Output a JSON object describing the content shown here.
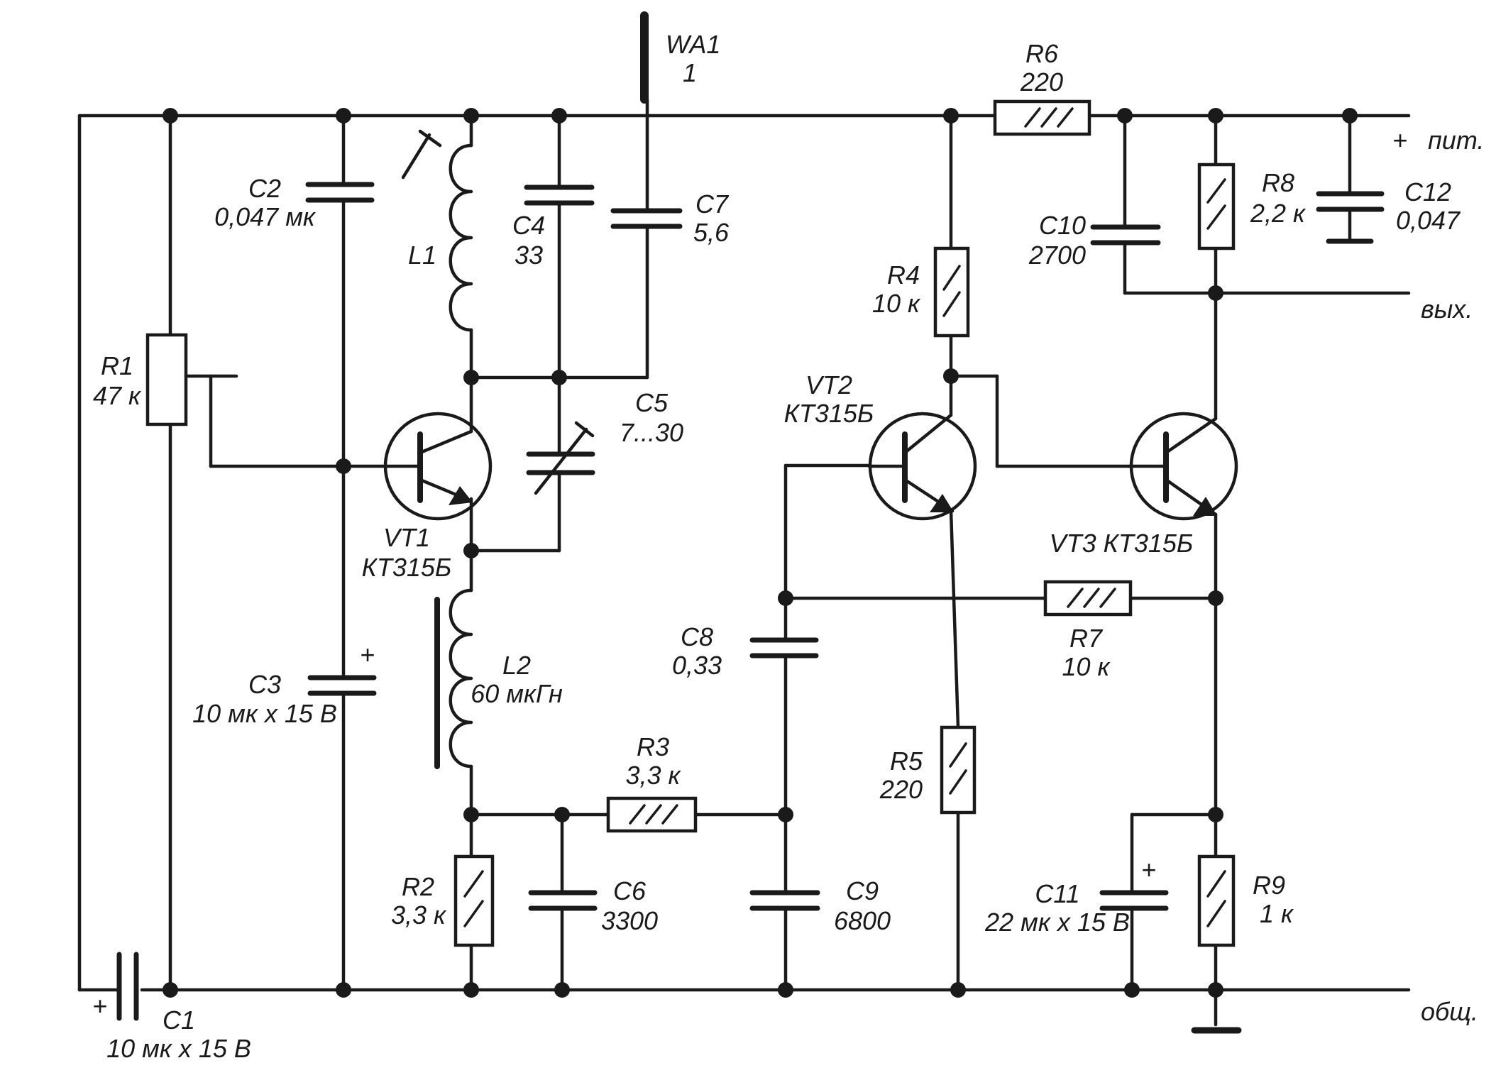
{
  "antenna": {
    "name": "WA1",
    "value": "1"
  },
  "rails": {
    "supply_plus": "+",
    "supply": "пит.",
    "output": "вых.",
    "common": "общ."
  },
  "components": {
    "R1": {
      "name": "R1",
      "value": "47 к"
    },
    "R2": {
      "name": "R2",
      "value": "3,3 к"
    },
    "R3": {
      "name": "R3",
      "value": "3,3 к"
    },
    "R4": {
      "name": "R4",
      "value": "10 к"
    },
    "R5": {
      "name": "R5",
      "value": "220"
    },
    "R6": {
      "name": "R6",
      "value": "220"
    },
    "R7": {
      "name": "R7",
      "value": "10 к"
    },
    "R8": {
      "name": "R8",
      "value": "2,2 к"
    },
    "R9": {
      "name": "R9",
      "value": "1 к"
    },
    "C1": {
      "name": "C1",
      "value": "10 мк х 15 В"
    },
    "C2": {
      "name": "C2",
      "value": "0,047 мк"
    },
    "C3": {
      "name": "C3",
      "value": "10 мк х 15 В"
    },
    "C4": {
      "name": "C4",
      "value": "33"
    },
    "C5": {
      "name": "C5",
      "value": "7...30"
    },
    "C6": {
      "name": "C6",
      "value": "3300"
    },
    "C7": {
      "name": "C7",
      "value": "5,6"
    },
    "C8": {
      "name": "C8",
      "value": "0,33"
    },
    "C9": {
      "name": "C9",
      "value": "6800"
    },
    "C10": {
      "name": "C10",
      "value": "2700"
    },
    "C11": {
      "name": "C11",
      "value": "22 мк х 15 В"
    },
    "C12": {
      "name": "C12",
      "value": "0,047"
    },
    "L1": {
      "name": "L1"
    },
    "L2": {
      "name": "L2",
      "value": "60 мкГн"
    },
    "VT1": {
      "name": "VT1",
      "value": "КТ315Б"
    },
    "VT2": {
      "name": "VT2",
      "value": "КТ315Б"
    },
    "VT3": {
      "name": "VT3 КТ315Б"
    }
  },
  "polarity_mark": "+"
}
